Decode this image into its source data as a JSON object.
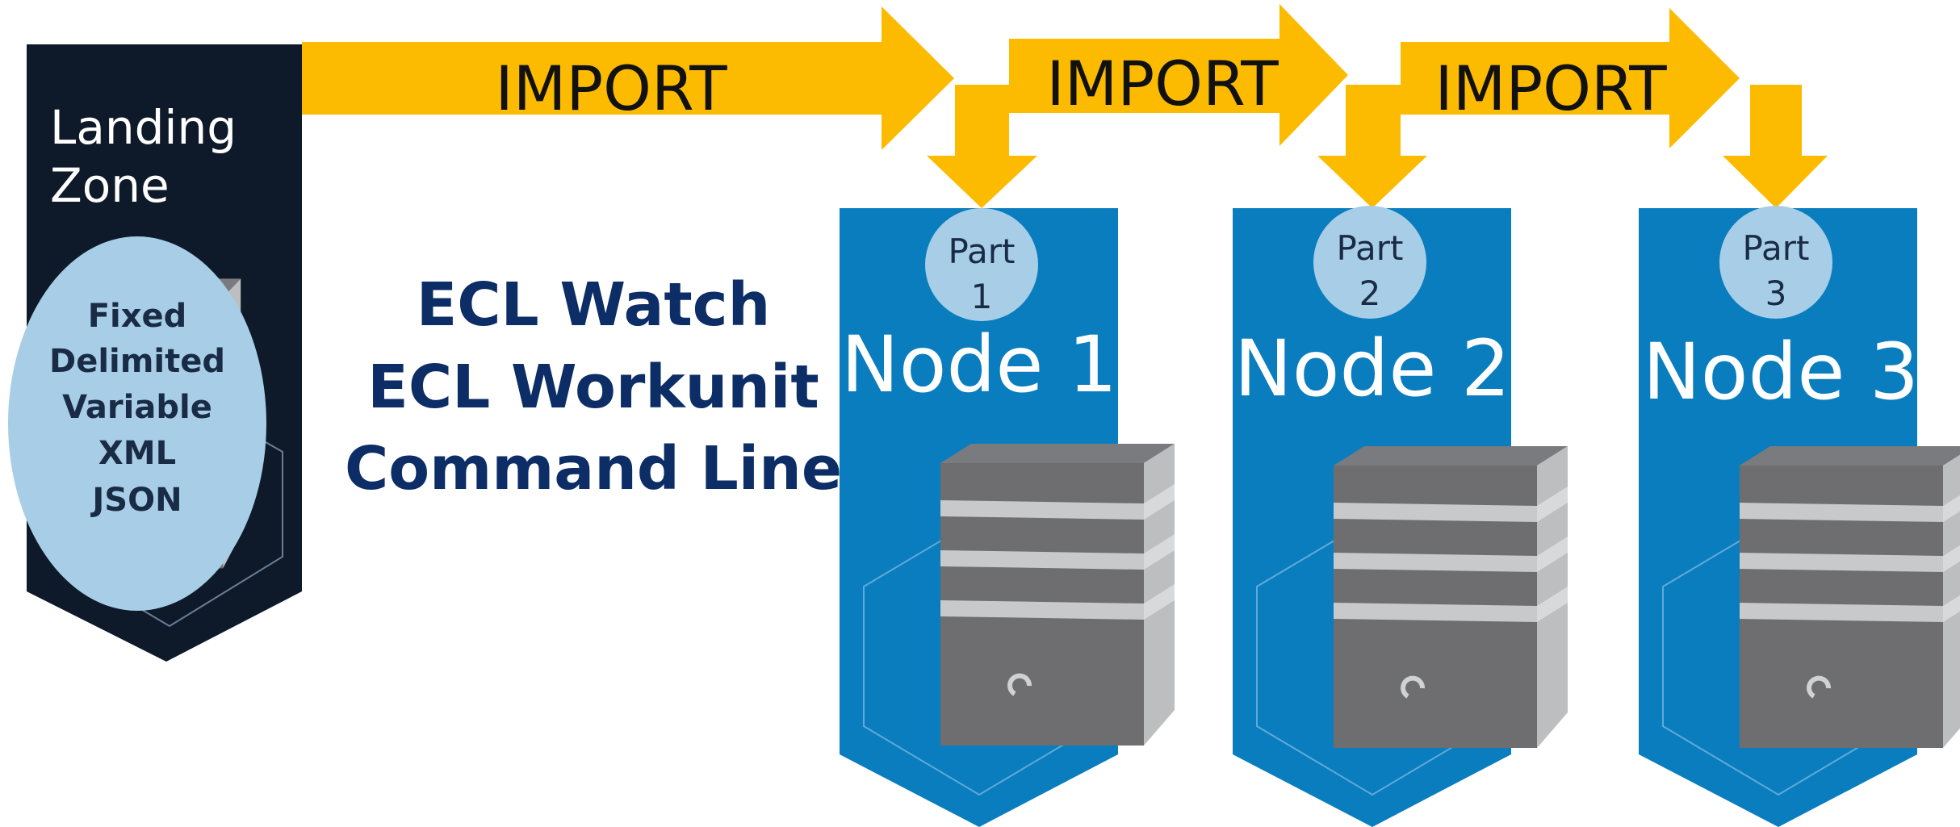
{
  "landing_zone": {
    "title_line1": "Landing",
    "title_line2": "Zone",
    "formats": [
      "Fixed",
      "Delimited",
      "Variable",
      "XML",
      "JSON"
    ]
  },
  "import_label": "IMPORT",
  "import_arrow_labels": [
    "IMPORT",
    "IMPORT",
    "IMPORT"
  ],
  "methods": [
    "ECL Watch",
    "ECL Workunit",
    "Command Line"
  ],
  "nodes": [
    {
      "part_word": "Part",
      "part_num": "1",
      "name": "Node 1"
    },
    {
      "part_word": "Part",
      "part_num": "2",
      "name": "Node 2"
    },
    {
      "part_word": "Part",
      "part_num": "3",
      "name": "Node 3"
    }
  ],
  "colors": {
    "arrow": "#FDBB00",
    "landing_zone_bg": "#0E1A29",
    "node_bg": "#0A7DBE",
    "part_circle": "#A7CEE6",
    "format_ellipse": "#A7CEE6",
    "method_text": "#0C2D66",
    "import_text": "#111111",
    "format_text": "#1A2B45",
    "server_dark": "#6E6E70",
    "server_light": "#BDBEC0"
  }
}
